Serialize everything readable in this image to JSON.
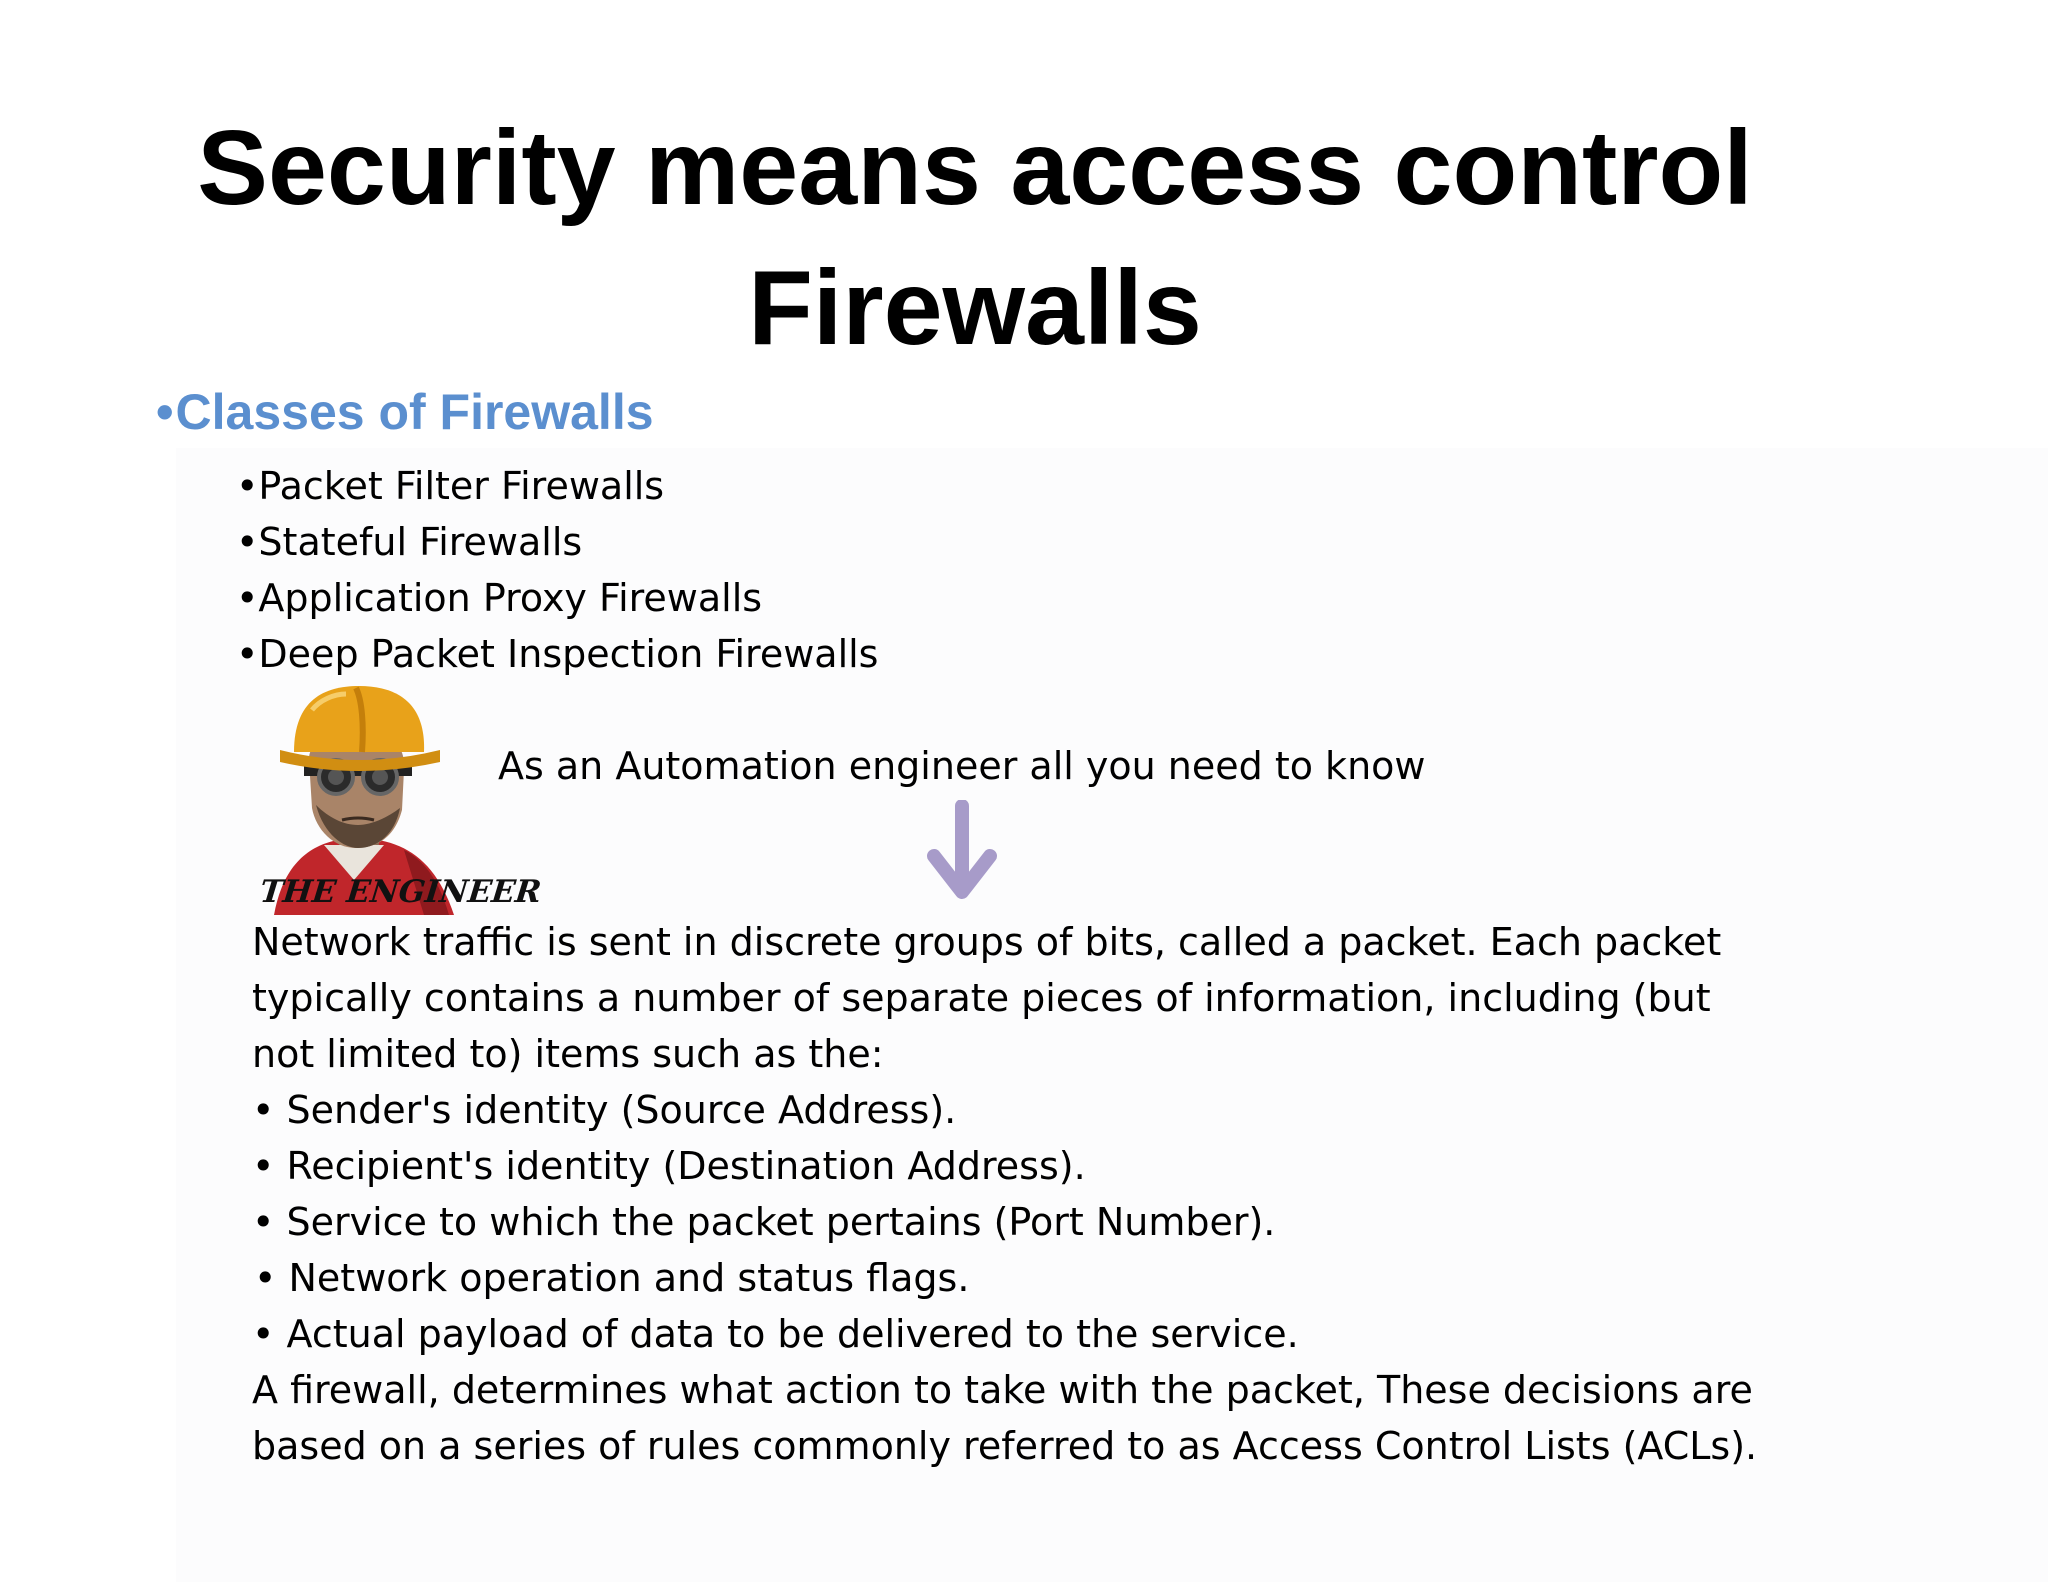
{
  "title": {
    "line1": "Security means access control",
    "line2": "Firewalls"
  },
  "section": {
    "bullet": "•",
    "heading": "Classes of Firewalls"
  },
  "firewall_classes": [
    "Packet Filter Firewalls",
    "Stateful Firewalls",
    "Application Proxy Firewalls",
    "Deep Packet Inspection Firewalls"
  ],
  "sub_bullet": "•",
  "engineer": {
    "caption": "THE ENGINEER",
    "helmet_color": "#e8a21a",
    "jacket_color": "#c0262b"
  },
  "intro": "As an Automation engineer all you need to know",
  "arrow": {
    "icon": "arrow-down-icon",
    "color": "#a79bc9"
  },
  "body": {
    "paragraph_lines": [
      "Network traffic is sent in discrete groups of bits, called a packet. Each packet",
      "typically contains a number of separate pieces of information, including (but",
      "not limited to) items such as the:"
    ],
    "items": [
      " • Sender's identity (Source Address).",
      " • Recipient's identity (Destination Address).",
      " • Service to which the packet pertains (Port Number).",
      "• Network operation and status flags.",
      " • Actual payload of data to be delivered to the service."
    ],
    "conclusion_lines": [
      "A firewall, determines what action to take with the packet, These decisions are",
      "based on a series of rules commonly referred to as Access Control Lists (ACLs)."
    ]
  },
  "colors": {
    "heading_blue": "#5b8fcf",
    "text": "#000000",
    "panel_bg": "#fcfcfd"
  }
}
